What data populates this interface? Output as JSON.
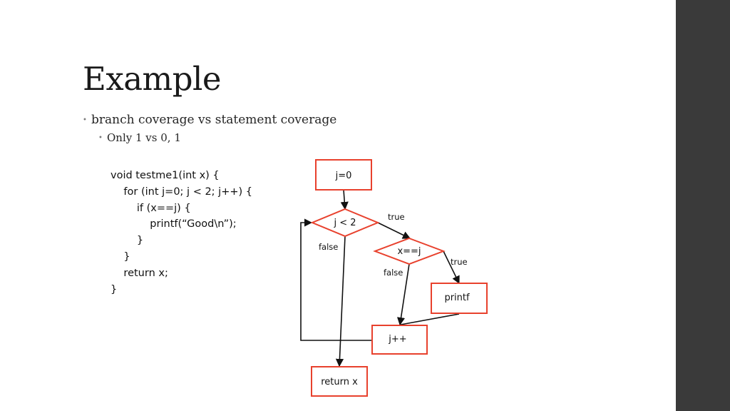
{
  "slide": {
    "title": "Example",
    "bullets": [
      {
        "text": "branch coverage vs statement coverage",
        "level": 1
      },
      {
        "text": "Only 1 vs 0, 1",
        "level": 2
      }
    ]
  },
  "code": [
    "void testme1(int x) {",
    "    for (int j=0; j < 2; j++) {",
    "        if (x==j) {",
    "            printf(“Good\\n”);",
    "        }",
    "    }",
    "    return x;",
    "}"
  ],
  "flowchart": {
    "nodes": {
      "init": "j=0",
      "loop_cond": "j < 2",
      "if_cond": "x==j",
      "printf": "printf",
      "increment": "j++",
      "ret": "return x"
    },
    "edge_labels": {
      "loop_true": "true",
      "loop_false": "false",
      "if_false": "false",
      "if_true": "true"
    }
  },
  "colors": {
    "node_border": "#e8412d",
    "sidebar": "#3a3a3a",
    "arrow": "#111111"
  }
}
